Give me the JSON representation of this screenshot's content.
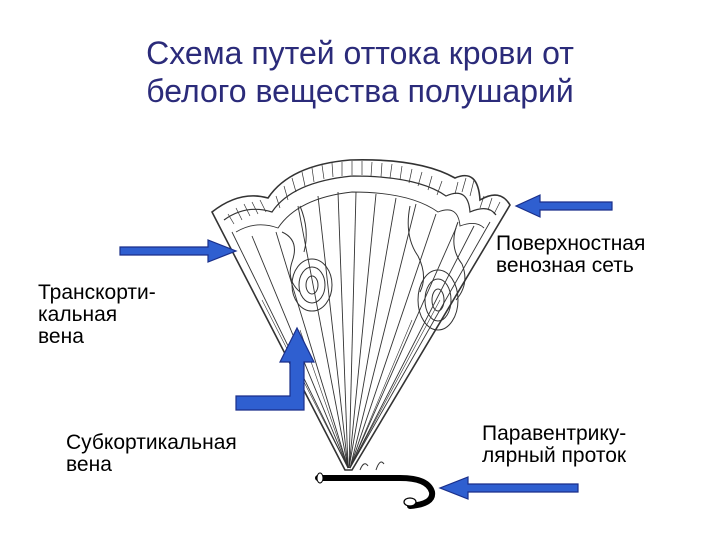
{
  "title": {
    "line1": "Схема путей оттока крови от",
    "line2": "белого вещества полушарий"
  },
  "labels": {
    "transcortical": {
      "line1": "Транскорти-",
      "line2": "кальная",
      "line3": "вена"
    },
    "superficial": {
      "line1": "Поверхностная",
      "line2": "венозная сеть"
    },
    "subcortical": {
      "line1": "Субкортикальная",
      "line2": "вена"
    },
    "paraventricular": {
      "line1": "Паравентрику-",
      "line2": "лярный проток"
    }
  },
  "colors": {
    "title": "#2b2b7a",
    "arrow_fill": "#2f5fd0",
    "arrow_stroke": "#1a2f8a",
    "drawing": "#333333"
  }
}
